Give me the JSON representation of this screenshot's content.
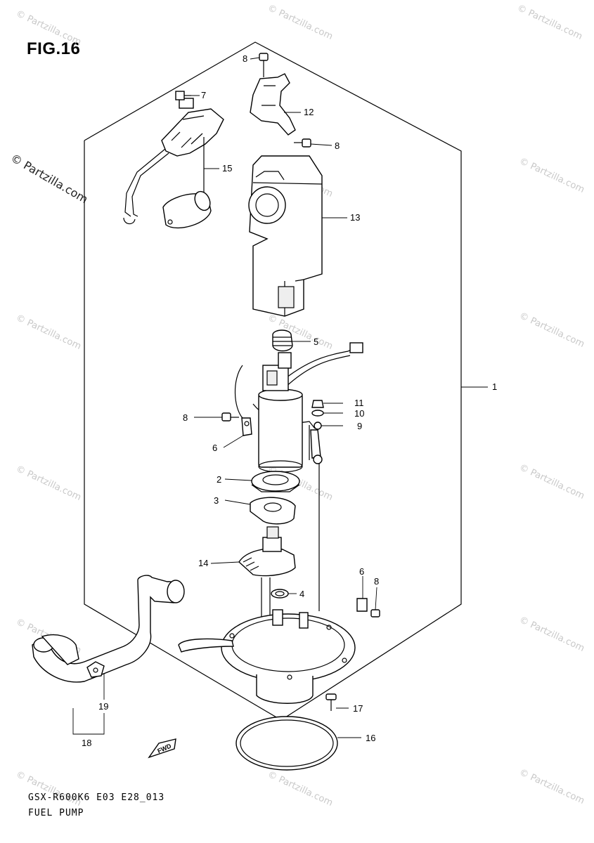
{
  "figure": {
    "title": "FIG.16",
    "footer_code": "GSX-R600K6 E03 E28_013",
    "footer_name": "FUEL PUMP"
  },
  "watermark": {
    "text": "© Partzilla.com",
    "side_text": "© Partzilla.com"
  },
  "callouts": {
    "c1": "1",
    "c2": "2",
    "c3": "3",
    "c4": "4",
    "c5": "5",
    "c6a": "6",
    "c6b": "6",
    "c7": "7",
    "c8a": "8",
    "c8b": "8",
    "c8c": "8",
    "c8d": "8",
    "c9": "9",
    "c10": "10",
    "c11": "11",
    "c12": "12",
    "c13": "13",
    "c14": "14",
    "c15": "15",
    "c16": "16",
    "c17": "17",
    "c18": "18",
    "c19": "19"
  },
  "direction_marker": "FWD"
}
